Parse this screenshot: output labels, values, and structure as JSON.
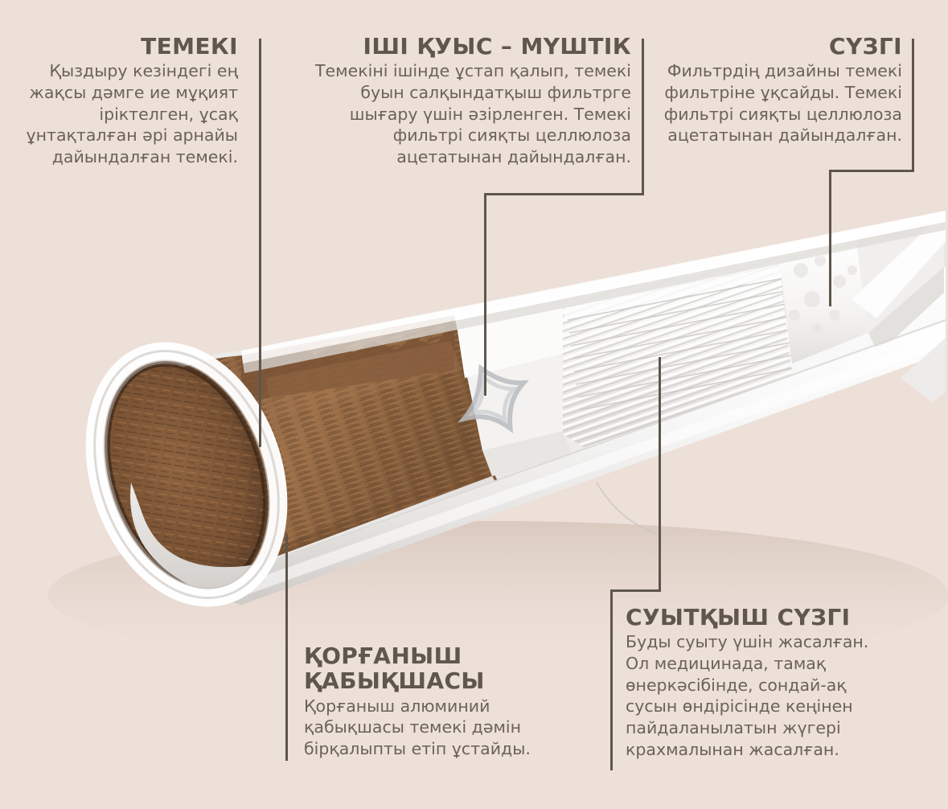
{
  "figure": {
    "title": "Heated tobacco stick cutaway diagram",
    "background_color": "#ede0d8",
    "heading_color": "#5f564e",
    "body_color": "#6b625a",
    "leader_line_color": "#5e564c"
  },
  "callouts": [
    {
      "id": "tobacco",
      "heading": "ТЕМЕКІ",
      "body": "Қыздыру кезіндегі ең жақсы дәмге ие мұқият іріктелген, ұсақ ұнтақталған әрі арнайы дайындалған темекі.",
      "align": "right"
    },
    {
      "id": "hollow",
      "heading": "ІШІ ҚУЫС – МҮШТІК",
      "body": "Темекіні ішінде ұстап қалып, темекі буын салқындатқыш фильтрге шығару үшін әзірленген. Темекі фильтрі сияқты целлюлоза ацетатынан дайындалған.",
      "align": "right"
    },
    {
      "id": "filter",
      "heading": "СҮЗГІ",
      "body": "Фильтрдің дизайны темекі фильтріне ұқсайды. Темекі фильтрі сияқты целлюлоза ацетатынан дайындалған.",
      "align": "right"
    },
    {
      "id": "wrapper",
      "heading": "ҚОРҒАНЫШ ҚАБЫҚШАСЫ",
      "body": "Қорғаныш алюминий қабықшасы темекі дәмін бірқалыпты етіп ұстайды.",
      "align": "left"
    },
    {
      "id": "cooling",
      "heading": "СУЫТҚЫШ СҮЗГІ",
      "body": "Буды суыту үшін жасалған. Ол медицинада, тамақ өнеркәсібінде, сондай-ақ сусын өндірісінде кеңінен пайдаланылатын жүгері крахмалынан жасалған.",
      "align": "left"
    }
  ]
}
